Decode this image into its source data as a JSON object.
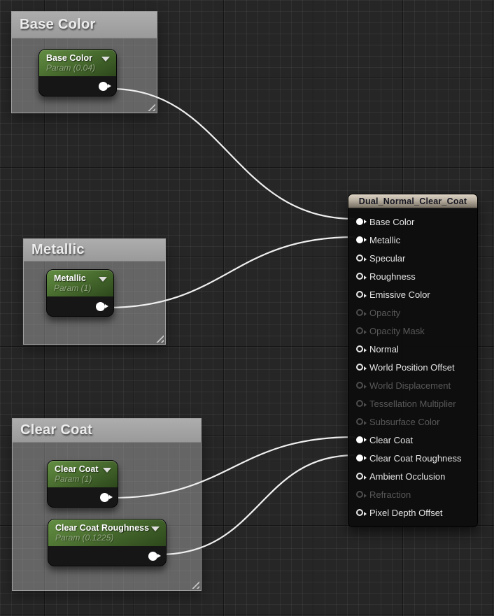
{
  "editor": "material-node-graph",
  "colors": {
    "background": "#262626",
    "grid_minor": "#2f2f2f",
    "grid_major": "#161616",
    "comment_header": "#a4a4a4",
    "comment_body": "rgba(172,172,172,0.48)",
    "param_header_green_top": "#648f43",
    "param_header_green_bottom": "#2d481c",
    "param_subtitle_text": "#93a782",
    "node_body": "#161616",
    "material_header_top": "#ded5c7",
    "material_header_bottom": "#766e61",
    "material_title_text": "#15151f",
    "wire": "#efefef",
    "pin_active": "#ffffff",
    "pin_disabled": "#4d4d4d"
  },
  "comments": [
    {
      "title": "Base Color"
    },
    {
      "title": "Metallic"
    },
    {
      "title": "Clear Coat"
    }
  ],
  "param_nodes": [
    {
      "title": "Base Color",
      "subtitle": "Param (0.04)"
    },
    {
      "title": "Metallic",
      "subtitle": "Param (1)"
    },
    {
      "title": "Clear Coat",
      "subtitle": "Param (1)"
    },
    {
      "title": "Clear Coat Roughness",
      "subtitle": "Param (0.1225)"
    }
  ],
  "material_node": {
    "title": "Dual_Normal_Clear_Coat",
    "pins": [
      {
        "label": "Base Color",
        "state": "connected"
      },
      {
        "label": "Metallic",
        "state": "connected"
      },
      {
        "label": "Specular",
        "state": "open"
      },
      {
        "label": "Roughness",
        "state": "open"
      },
      {
        "label": "Emissive Color",
        "state": "open"
      },
      {
        "label": "Opacity",
        "state": "disabled"
      },
      {
        "label": "Opacity Mask",
        "state": "disabled"
      },
      {
        "label": "Normal",
        "state": "open"
      },
      {
        "label": "World Position Offset",
        "state": "open"
      },
      {
        "label": "World Displacement",
        "state": "disabled"
      },
      {
        "label": "Tessellation Multiplier",
        "state": "disabled"
      },
      {
        "label": "Subsurface Color",
        "state": "disabled"
      },
      {
        "label": "Clear Coat",
        "state": "connected"
      },
      {
        "label": "Clear Coat Roughness",
        "state": "connected"
      },
      {
        "label": "Ambient Occlusion",
        "state": "open"
      },
      {
        "label": "Refraction",
        "state": "disabled"
      },
      {
        "label": "Pixel Depth Offset",
        "state": "open"
      }
    ]
  },
  "wires": [
    {
      "from": "Base Color (param output)",
      "to": "Dual_Normal_Clear_Coat / Base Color"
    },
    {
      "from": "Metallic (param output)",
      "to": "Dual_Normal_Clear_Coat / Metallic"
    },
    {
      "from": "Clear Coat (param output)",
      "to": "Dual_Normal_Clear_Coat / Clear Coat"
    },
    {
      "from": "Clear Coat Roughness (param output)",
      "to": "Dual_Normal_Clear_Coat / Clear Coat Roughness"
    }
  ]
}
